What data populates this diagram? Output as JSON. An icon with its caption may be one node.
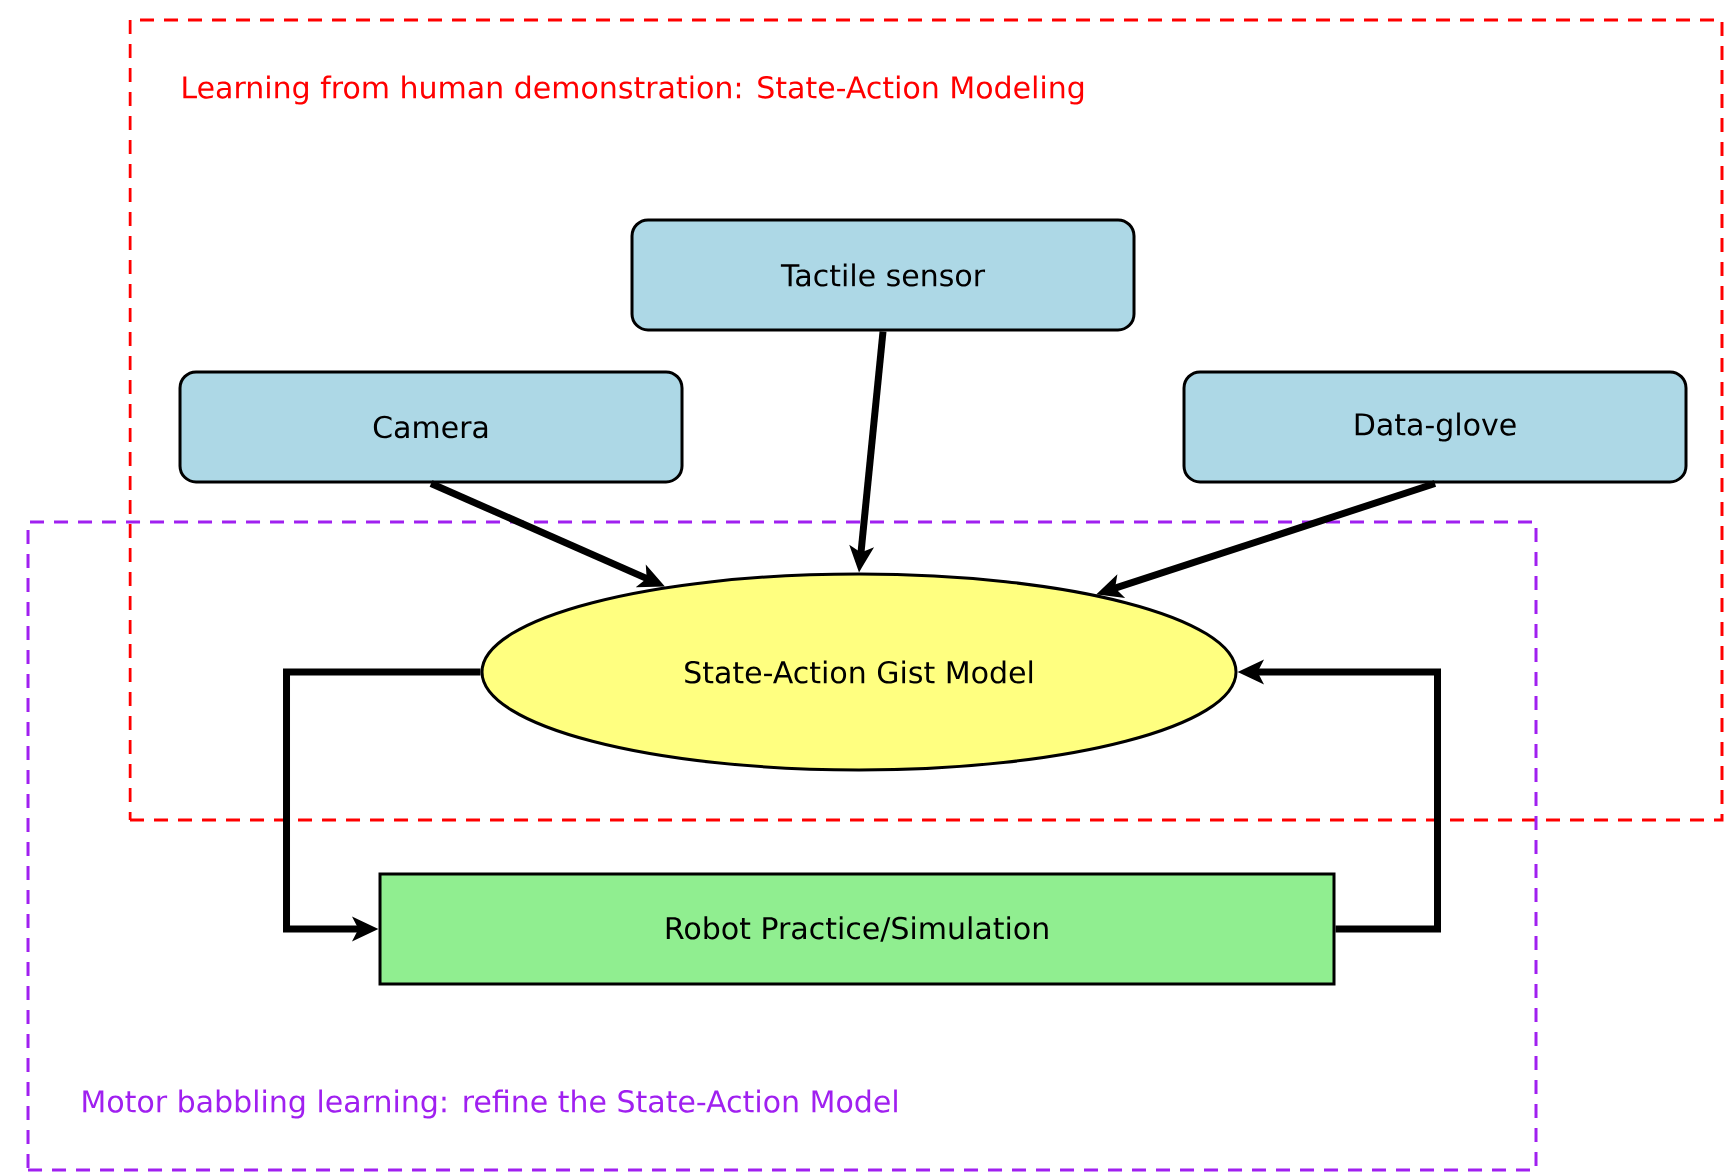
{
  "diagram": {
    "nodes": [
      {
        "text": [
          "Learning from human demonstration: State-Action Modeling"
        ]
      },
      {
        "text": [
          "Motor babbling learning: refine the State-Action Model"
        ]
      },
      {
        "text": [
          "Tactile sensor"
        ],
        "in": 0
      },
      {
        "text": [
          "Camera"
        ],
        "in": 0
      },
      {
        "text": [
          "Data-glove"
        ],
        "in": 0
      },
      {
        "text": [
          "State-Action Gist Model"
        ]
      },
      {
        "text": [
          "Robot Practice/Simulation"
        ],
        "in": 1
      }
    ],
    "edges": [
      {
        "from": 3,
        "to": 5,
        "arrow": "to"
      },
      {
        "from": 2,
        "to": 5,
        "arrow": "to"
      },
      {
        "from": 4,
        "to": 5,
        "arrow": "to"
      },
      {
        "from": 5,
        "to": 6,
        "arrow": "to"
      },
      {
        "from": 6,
        "to": 5,
        "arrow": "to"
      }
    ]
  }
}
